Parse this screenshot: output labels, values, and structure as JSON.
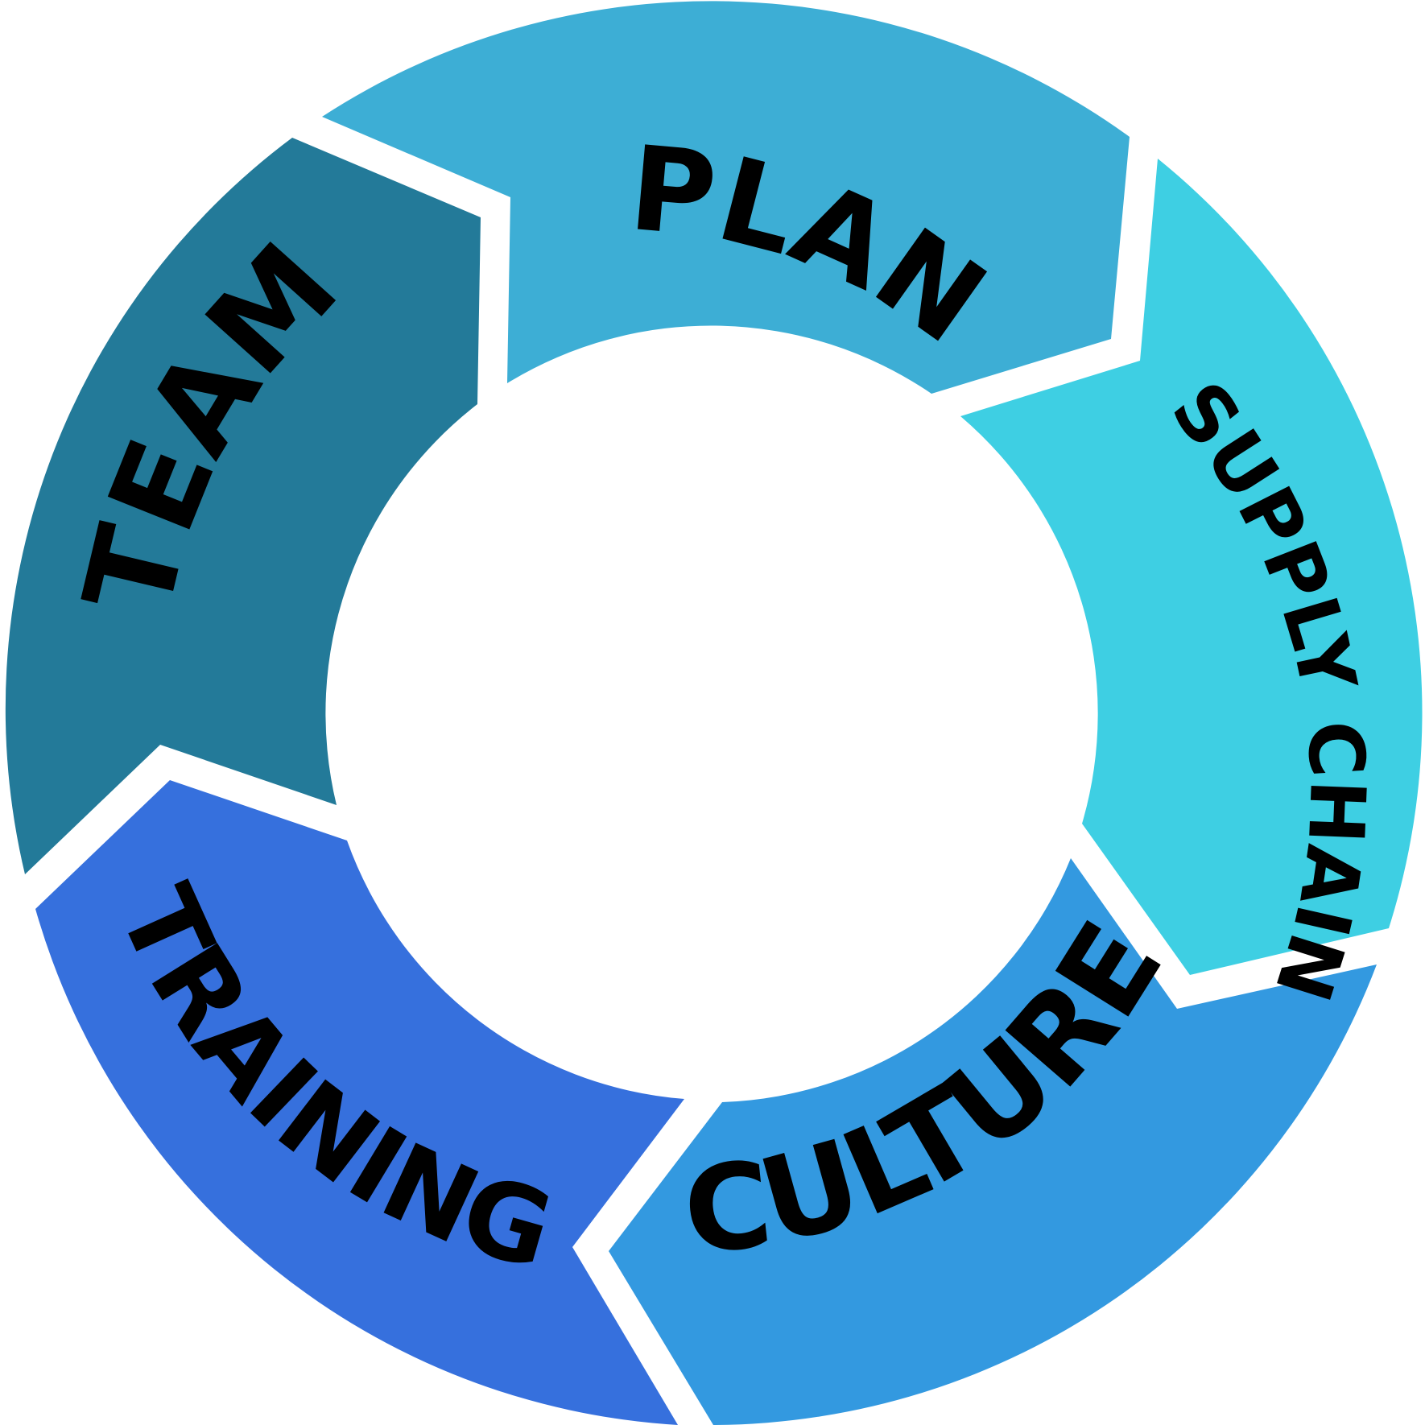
{
  "diagram": {
    "segments": [
      {
        "id": "plan",
        "label": "PLAN",
        "color": "#3DAED5"
      },
      {
        "id": "supply-chain",
        "label": "SUPPLY CHAIN",
        "color": "#3ECFE3"
      },
      {
        "id": "culture",
        "label": "CULTURE",
        "color": "#3399E0"
      },
      {
        "id": "training",
        "label": "TRAINING",
        "color": "#3670DD"
      },
      {
        "id": "team",
        "label": "TEAM",
        "color": "#237A99"
      }
    ]
  }
}
